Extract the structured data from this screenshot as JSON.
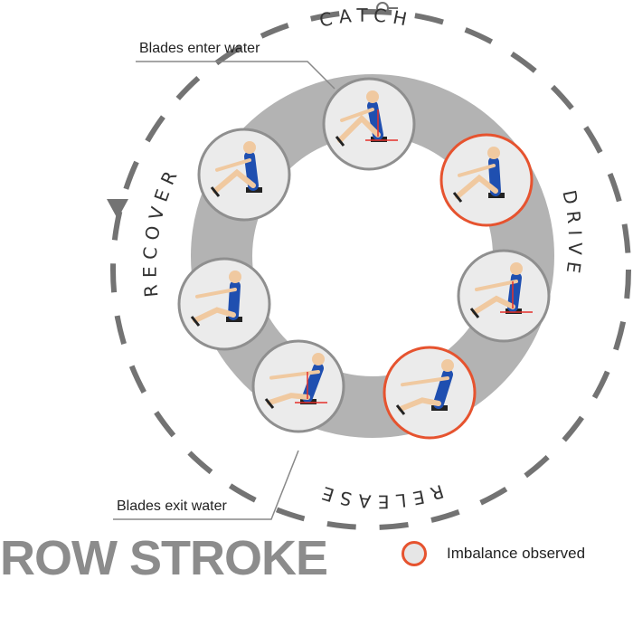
{
  "title": "ROW STROKE",
  "phases": {
    "catch": "CATCH",
    "drive": "DRIVE",
    "release": "RELEASE",
    "recover": "RECOVER"
  },
  "callouts": {
    "blades_enter": "Blades enter water",
    "blades_exit": "Blades exit water"
  },
  "legend": {
    "label": "Imbalance observed",
    "color": "#e6532f"
  },
  "colors": {
    "ring": "#b3b3b3",
    "disc_fill": "#ebebeb",
    "disc_stroke": "#8f8f8f",
    "highlight": "#e6532f",
    "dashed_arrow": "#737373",
    "rower_jersey": "#1f4fb0",
    "rower_skin": "#f0c9a0",
    "force_lines": "#e4302a"
  },
  "stages": [
    {
      "id": "catch",
      "highlight": false,
      "force_lines": true
    },
    {
      "id": "drive-early",
      "highlight": true,
      "force_lines": false
    },
    {
      "id": "drive-mid",
      "highlight": false,
      "force_lines": true
    },
    {
      "id": "drive-late",
      "highlight": true,
      "force_lines": false
    },
    {
      "id": "release",
      "highlight": false,
      "force_lines": true
    },
    {
      "id": "recover-early",
      "highlight": false,
      "force_lines": false
    },
    {
      "id": "recover-late",
      "highlight": false,
      "force_lines": false
    }
  ]
}
